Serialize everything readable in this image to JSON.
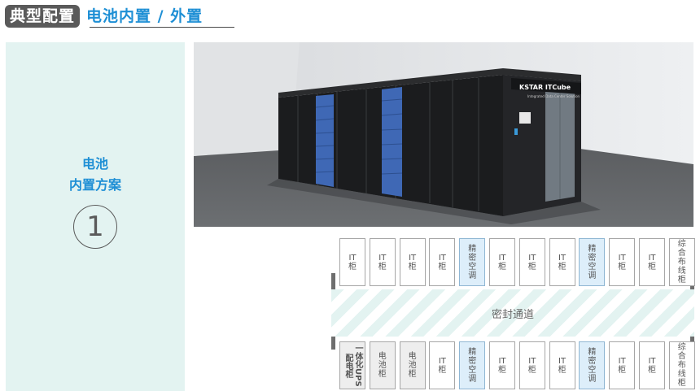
{
  "header": {
    "tag": "典型配置",
    "title": "电池内置 / 外置"
  },
  "left": {
    "line1": "电池",
    "line2": "内置方案",
    "number": "①"
  },
  "photo": {
    "brand": "KSTAR ITCube",
    "tagline": "Integrated Data Center Solution"
  },
  "aisle": {
    "label": "密封通道"
  },
  "top_row": [
    {
      "label": "IT柜",
      "kind": "it"
    },
    {
      "label": "IT柜",
      "kind": "it"
    },
    {
      "label": "IT柜",
      "kind": "it"
    },
    {
      "label": "IT柜",
      "kind": "it"
    },
    {
      "label": "精密空调",
      "kind": "ac"
    },
    {
      "label": "IT柜",
      "kind": "it"
    },
    {
      "label": "IT柜",
      "kind": "it"
    },
    {
      "label": "IT柜",
      "kind": "it"
    },
    {
      "label": "精密空调",
      "kind": "ac"
    },
    {
      "label": "IT柜",
      "kind": "it"
    },
    {
      "label": "IT柜",
      "kind": "it"
    },
    {
      "label": "综合布线柜",
      "kind": "it"
    }
  ],
  "bottom_row": [
    {
      "label": "一体化UPS配电柜",
      "kind": "ups"
    },
    {
      "label": "电池柜",
      "kind": "bat"
    },
    {
      "label": "电池柜",
      "kind": "bat"
    },
    {
      "label": "IT柜",
      "kind": "it"
    },
    {
      "label": "精密空调",
      "kind": "ac"
    },
    {
      "label": "IT柜",
      "kind": "it"
    },
    {
      "label": "IT柜",
      "kind": "it"
    },
    {
      "label": "IT柜",
      "kind": "it"
    },
    {
      "label": "精密空调",
      "kind": "ac"
    },
    {
      "label": "IT柜",
      "kind": "it"
    },
    {
      "label": "IT柜",
      "kind": "it"
    },
    {
      "label": "综合布线柜",
      "kind": "it"
    }
  ]
}
